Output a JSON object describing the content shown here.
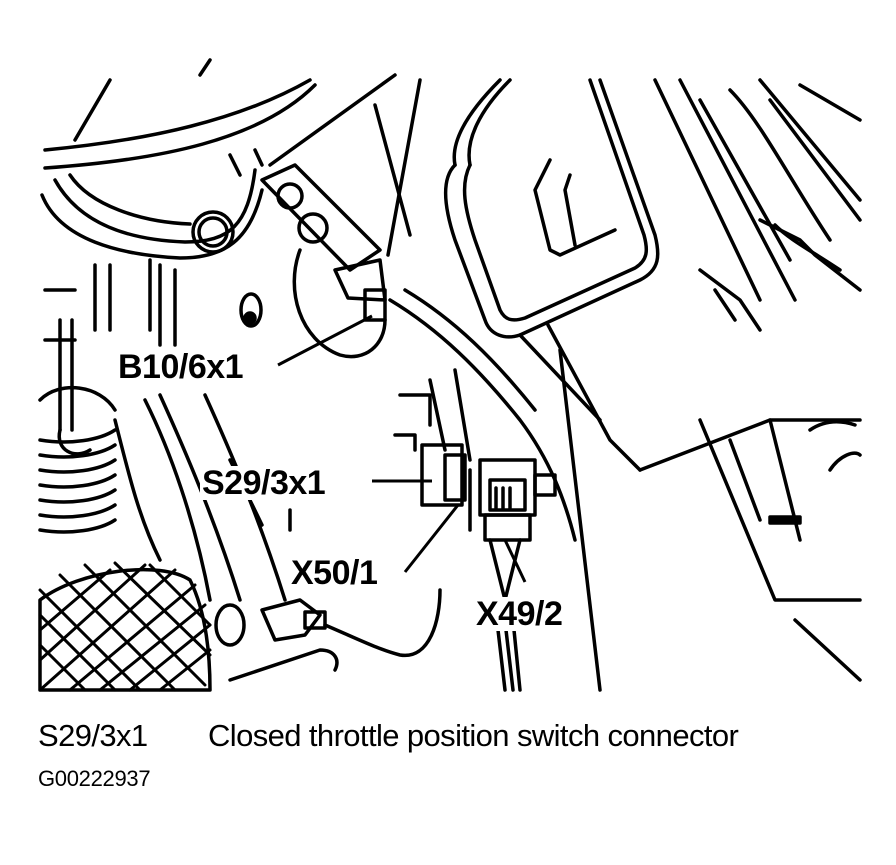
{
  "figure": {
    "type": "component-locator-line-drawing",
    "callouts": [
      {
        "id": "B10/6x1",
        "label": "B10/6x1"
      },
      {
        "id": "S29/3x1",
        "label": "S29/3x1"
      },
      {
        "id": "X50/1",
        "label": "X50/1"
      },
      {
        "id": "X49/2",
        "label": "X49/2"
      }
    ]
  },
  "caption": {
    "code": "S29/3x1",
    "description": "Closed throttle position switch connector"
  },
  "figure_id": "G00222937",
  "colors": {
    "ink": "#000000",
    "paper": "#ffffff"
  }
}
